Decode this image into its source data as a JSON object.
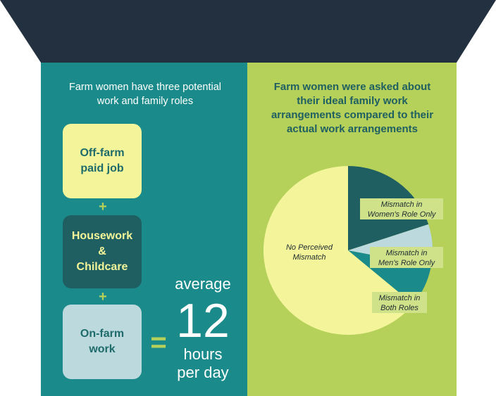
{
  "left": {
    "title_line1": "Farm women have three potential",
    "title_line2": "work and family roles",
    "roles": [
      {
        "line1": "Off-farm",
        "line2": "paid job",
        "line3": ""
      },
      {
        "line1": "Housework",
        "line2": "&",
        "line3": "Childcare"
      },
      {
        "line1": "On-farm",
        "line2": "work",
        "line3": ""
      }
    ],
    "plus_symbol": "+",
    "equals_symbol": "=",
    "average": {
      "label": "average",
      "value": "12",
      "unit_line1": "hours",
      "unit_line2": "per day"
    }
  },
  "right": {
    "title_lines": [
      "Farm women were asked about",
      "their ideal family work",
      "arrangements compared to their",
      "actual work arrangements"
    ]
  },
  "colors": {
    "roof": "#23303f",
    "teal_panel": "#1b8a8a",
    "green_panel": "#b5d15a",
    "yellow": "#f4f59a",
    "dark_teal": "#1f5f61",
    "light_blue": "#bcd9dd",
    "label_box": "#cfe28a"
  },
  "chart_data": {
    "type": "pie",
    "slices": [
      {
        "label_line1": "Mismatch in",
        "label_line2": "Women's Role Only",
        "value": 20,
        "color": "#1f5f61"
      },
      {
        "label_line1": "Mismatch in",
        "label_line2": "Men's Role Only",
        "value": 8,
        "color": "#bcd9dd"
      },
      {
        "label_line1": "Mismatch in",
        "label_line2": "Both Roles",
        "value": 8,
        "color": "#1b8a8a"
      },
      {
        "label_line1": "No Perceived",
        "label_line2": "Mismatch",
        "value": 64,
        "color": "#f4f59a"
      }
    ]
  }
}
